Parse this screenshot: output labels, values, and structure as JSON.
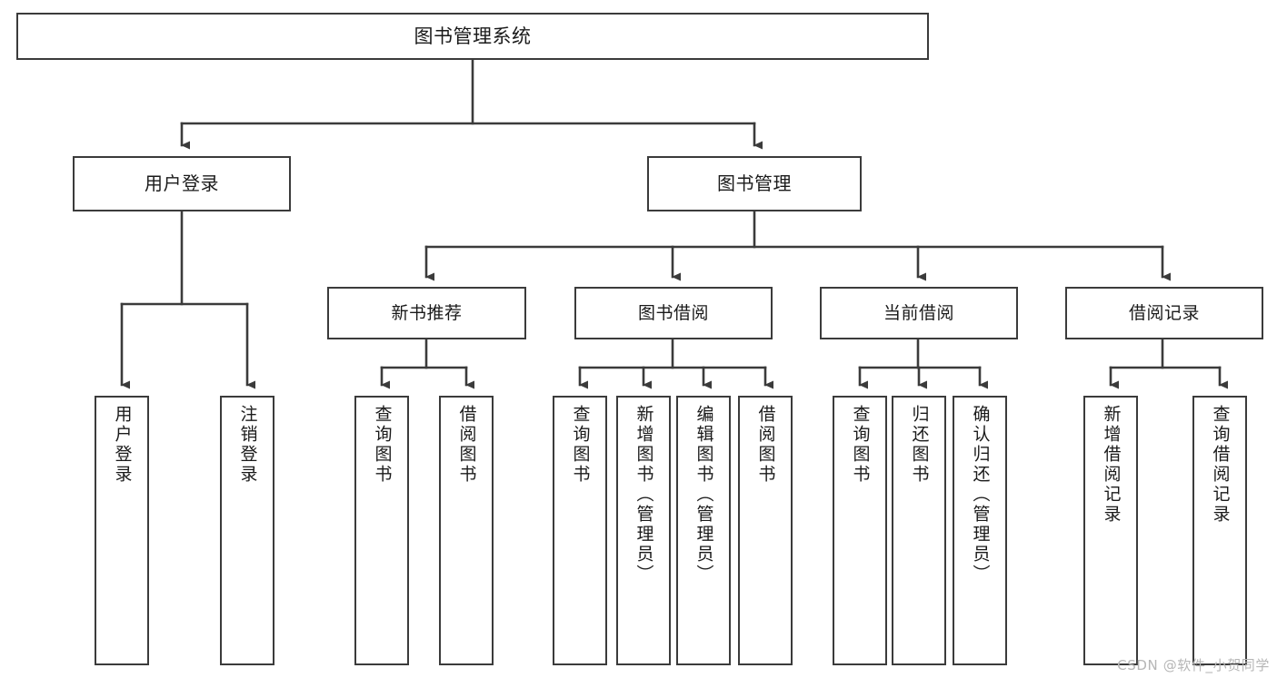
{
  "diagram": {
    "title": "图书管理系统",
    "type": "tree-hierarchy-chart",
    "colors": {
      "background": "#ffffff",
      "box_border": "#3b3b3b",
      "connector": "#3b3b3b",
      "text": "#1a1a1a",
      "watermark": "#b6b6b6"
    },
    "watermark": "CSDN @软件_小贺同学"
  },
  "nodes": {
    "root": {
      "label": "图书管理系统"
    },
    "level1": [
      {
        "label": "用户登录"
      },
      {
        "label": "图书管理"
      }
    ],
    "level2": [
      {
        "label": "新书推荐"
      },
      {
        "label": "图书借阅"
      },
      {
        "label": "当前借阅"
      },
      {
        "label": "借阅记录"
      }
    ],
    "leaves_user_login": [
      {
        "label": "用户登录"
      },
      {
        "label": "注销登录"
      }
    ],
    "leaves_new_books": [
      {
        "label": "查询图书"
      },
      {
        "label": "借阅图书"
      }
    ],
    "leaves_borrow": [
      {
        "label": "查询图书"
      },
      {
        "label": "新增图书（管理员）"
      },
      {
        "label": "编辑图书（管理员）"
      },
      {
        "label": "借阅图书"
      }
    ],
    "leaves_current": [
      {
        "label": "查询图书"
      },
      {
        "label": "归还图书"
      },
      {
        "label": "确认归还（管理员）"
      }
    ],
    "leaves_records": [
      {
        "label": "新增借阅记录"
      },
      {
        "label": "查询借阅记录"
      }
    ]
  }
}
